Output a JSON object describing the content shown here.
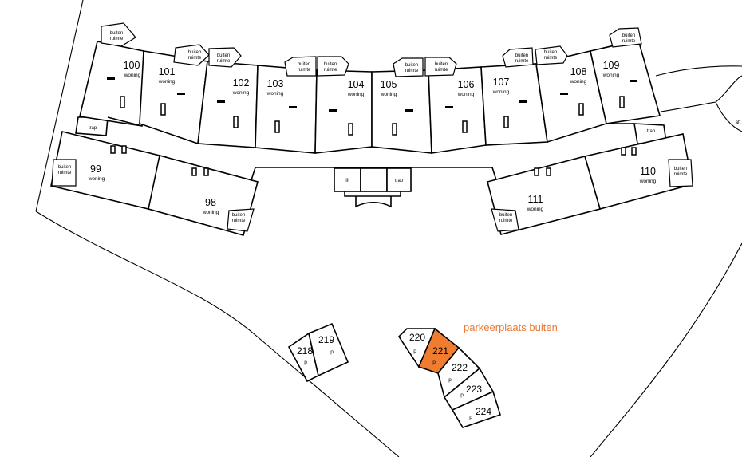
{
  "colors": {
    "highlight": "#f07c30",
    "legend_text": "#ea7a35",
    "line": "#000000"
  },
  "legend": "parkeerplaats buiten",
  "labels": {
    "unit": "woning",
    "side": [
      "buiten",
      "ruimte"
    ],
    "trap": "trap",
    "lift": "lift",
    "parking": "p",
    "cut_off": "aft"
  },
  "units": [
    "98",
    "99",
    "100",
    "101",
    "102",
    "103",
    "104",
    "105",
    "106",
    "107",
    "108",
    "109",
    "110",
    "111"
  ],
  "parking": [
    "218",
    "219",
    "220",
    "221",
    "222",
    "223",
    "224"
  ],
  "selected_parking": "221"
}
